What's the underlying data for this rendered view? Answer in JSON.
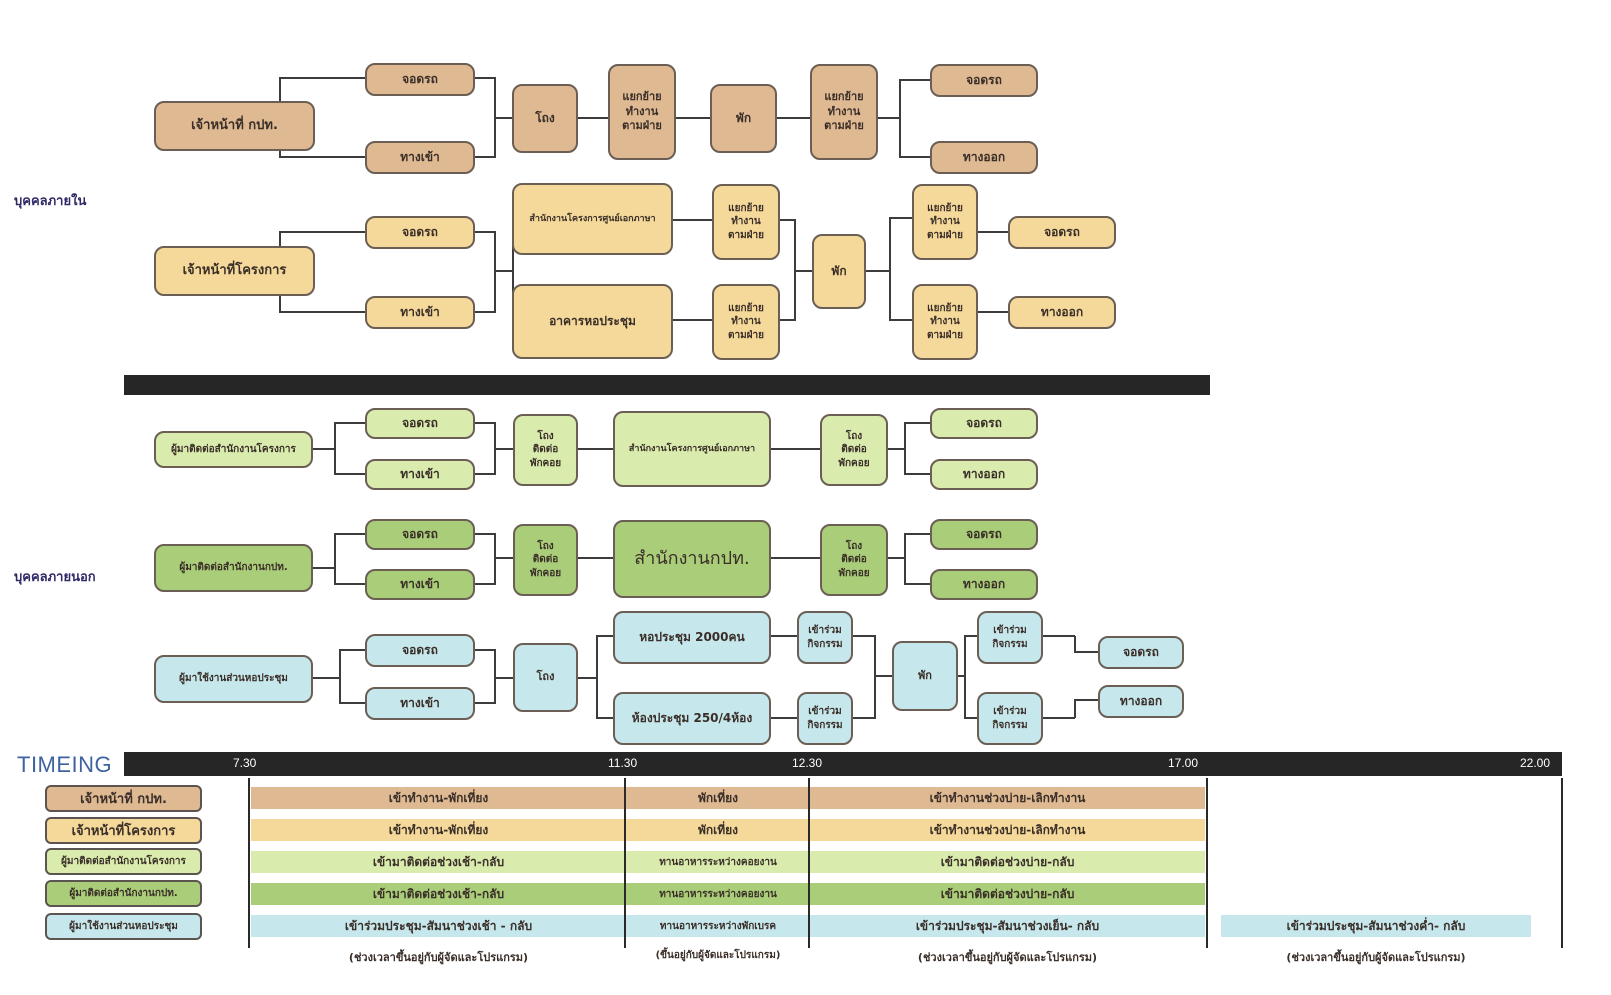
{
  "sections": {
    "internal": "บุคคลภายใน",
    "external": "บุคคลภายนอก"
  },
  "flow": {
    "r1": {
      "start": "เจ้าหน้าที่ กปท.",
      "park": "จอดรถ",
      "entrance": "ทางเข้า",
      "hall": "โถง",
      "split1": "แยกย้าย\nทำงาน\nตามฝ่าย",
      "rest": "พัก",
      "split2": "แยกย้าย\nทำงาน\nตามฝ่าย",
      "out_park": "จอดรถ",
      "exit": "ทางออก"
    },
    "r2": {
      "start": "เจ้าหน้าที่โครงการ",
      "park": "จอดรถ",
      "entrance": "ทางเข้า",
      "office": "สำนักงานโครงการศูนย์เอกภาษา",
      "auditorium": "อาคารหอประชุม",
      "split_a": "แยกย้าย\nทำงาน\nตามฝ่าย",
      "split_b": "แยกย้าย\nทำงาน\nตามฝ่าย",
      "rest": "พัก",
      "split_c": "แยกย้าย\nทำงาน\nตามฝ่าย",
      "split_d": "แยกย้าย\nทำงาน\nตามฝ่าย",
      "out_park": "จอดรถ",
      "exit": "ทางออก"
    },
    "r3": {
      "start": "ผู้มาติดต่อสำนักงานโครงการ",
      "park": "จอดรถ",
      "entrance": "ทางเข้า",
      "contact1": "โถง\nติดต่อ\nพักคอย",
      "office": "สำนักงานโครงการศูนย์เอกภาษา",
      "contact2": "โถง\nติดต่อ\nพักคอย",
      "out_park": "จอดรถ",
      "exit": "ทางออก"
    },
    "r4": {
      "start": "ผู้มาติดต่อสำนักงานกปท.",
      "park": "จอดรถ",
      "entrance": "ทางเข้า",
      "contact1": "โถง\nติดต่อ\nพักคอย",
      "office": "สำนักงานกปท.",
      "contact2": "โถง\nติดต่อ\nพักคอย",
      "out_park": "จอดรถ",
      "exit": "ทางออก"
    },
    "r5": {
      "start": "ผู้มาใช้งานส่วนหอประชุม",
      "park": "จอดรถ",
      "entrance": "ทางเข้า",
      "hall": "โถง",
      "hall2000": "หอประชุม 2000คน",
      "room250": "ห้องประชุม 250/4ห้อง",
      "join1": "เข้าร่วม\nกิจกรรม",
      "join2": "เข้าร่วม\nกิจกรรม",
      "rest": "พัก",
      "join3": "เข้าร่วม\nกิจกรรม",
      "join4": "เข้าร่วม\nกิจกรรม",
      "out_park": "จอดรถ",
      "exit": "ทางออก"
    }
  },
  "timing": {
    "title": "TIMEING",
    "ticks": [
      "7.30",
      "11.30",
      "12.30",
      "17.00",
      "22.00"
    ],
    "rows": [
      {
        "label": "เจ้าหน้าที่ กปท.",
        "color": "#deb992",
        "morning": "เข้าทำงาน-พักเที่ยง",
        "noon": "พักเที่ยง",
        "afternoon": "เข้าทำงานช่วงบ่าย-เลิกทำงาน",
        "evening": ""
      },
      {
        "label": "เจ้าหน้าที่โครงการ",
        "color": "#f5d99a",
        "morning": "เข้าทำงาน-พักเที่ยง",
        "noon": "พักเที่ยง",
        "afternoon": "เข้าทำงานช่วงบ่าย-เลิกทำงาน",
        "evening": ""
      },
      {
        "label": "ผู้มาติดต่อสำนักงานโครงการ",
        "color": "#d9ecae",
        "morning": "เข้ามาติดต่อช่วงเช้า-กลับ",
        "noon": "ทานอาหารระหว่างคอยงาน",
        "afternoon": "เข้ามาติดต่อช่วงบ่าย-กลับ",
        "evening": ""
      },
      {
        "label": "ผู้มาติดต่อสำนักงานกปท.",
        "color": "#a9cd78",
        "morning": "เข้ามาติดต่อช่วงเช้า-กลับ",
        "noon": "ทานอาหารระหว่างคอยงาน",
        "afternoon": "เข้ามาติดต่อช่วงบ่าย-กลับ",
        "evening": ""
      },
      {
        "label": "ผู้มาใช้งานส่วนหอประชุม",
        "color": "#c6e7ec",
        "morning": "เข้าร่วมประชุม-สัมนาช่วงเช้า - กลับ",
        "noon": "ทานอาหารระหว่างพักเบรค",
        "afternoon": "เข้าร่วมประชุม-สัมนาช่วงเย็น- กลับ",
        "evening": "เข้าร่วมประชุม-สัมนาช่วงค่ำ- กลับ"
      }
    ],
    "notes": {
      "morning": "(ช่วงเวลาขึ้นอยู่กับผู้จัดและโปรแกรม)",
      "noon": "(ขึ้นอยู่กับผู้จัดและโปรแกรม)",
      "afternoon": "(ช่วงเวลาขึ้นอยู่กับผู้จัดและโปรแกรม)",
      "evening": "(ช่วงเวลาขึ้นอยู่กับผู้จัดและโปรแกรม)"
    }
  }
}
